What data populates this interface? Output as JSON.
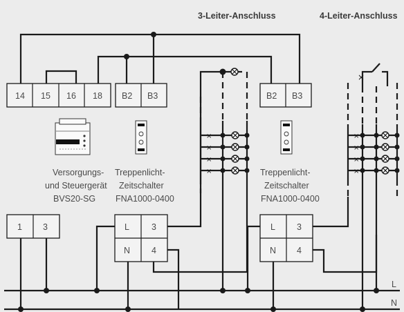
{
  "headings": {
    "three_wire": "3-Leiter-Anschluss",
    "four_wire": "4-Leiter-Anschluss"
  },
  "supply_unit": {
    "terminals": [
      "14",
      "15",
      "16",
      "18"
    ],
    "caption": [
      "Versorgungs-",
      "und Steuergerät",
      "BVS20-SG"
    ]
  },
  "timer_top_terminals": [
    "B2",
    "B3"
  ],
  "timer_caption": [
    "Treppenlicht-",
    "Zeitschalter",
    "FNA1000-0400"
  ],
  "timer_bottom_terminals": [
    [
      "L",
      "3"
    ],
    [
      "N",
      "4"
    ]
  ],
  "aux_terminals": [
    "1",
    "3"
  ],
  "bus_labels": {
    "phase": "L",
    "neutral": "N"
  }
}
